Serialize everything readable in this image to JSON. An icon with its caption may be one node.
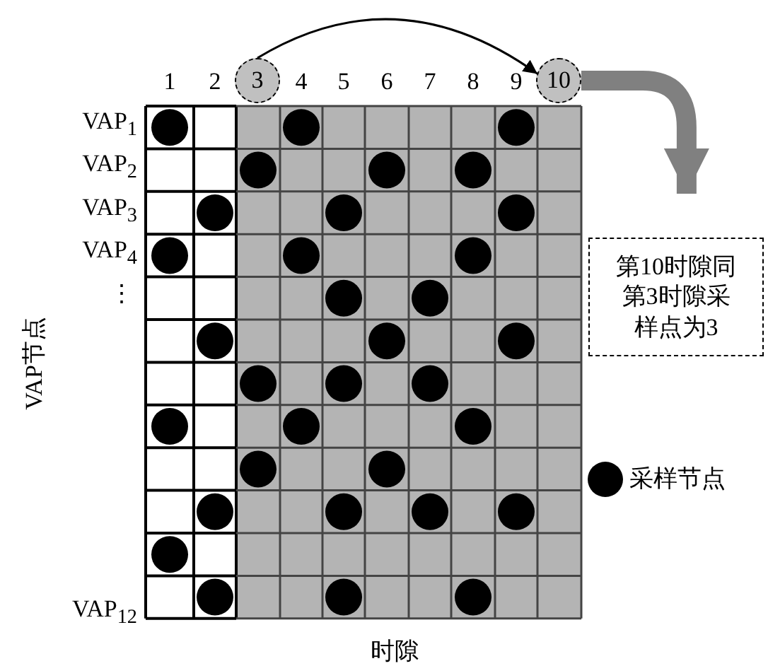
{
  "diagram": {
    "nodes": [
      {
        "text": [
          "3"
        ]
      },
      {
        "text": [
          "10"
        ]
      },
      {
        "text": [
          "第10时隙同第3时隙采样点为3"
        ]
      }
    ],
    "edges": [
      {
        "from": 0,
        "to": 1,
        "arrow": "to"
      },
      {
        "from": 1,
        "to": 2,
        "arrow": "to",
        "style": "thick",
        "color": "#808080"
      }
    ],
    "labels": [
      "1",
      "2",
      "4",
      "5",
      "6",
      "7",
      "8",
      "9",
      "VAP$_{1}$",
      "VAP$_{2}$",
      "VAP$_{3}$",
      "VAP$_{4}$",
      "⋮",
      "VAP$_{12}$",
      "VAP节点",
      "时隙"
    ],
    "legend": [
      {
        "text": "采样节点"
      }
    ]
  }
}
